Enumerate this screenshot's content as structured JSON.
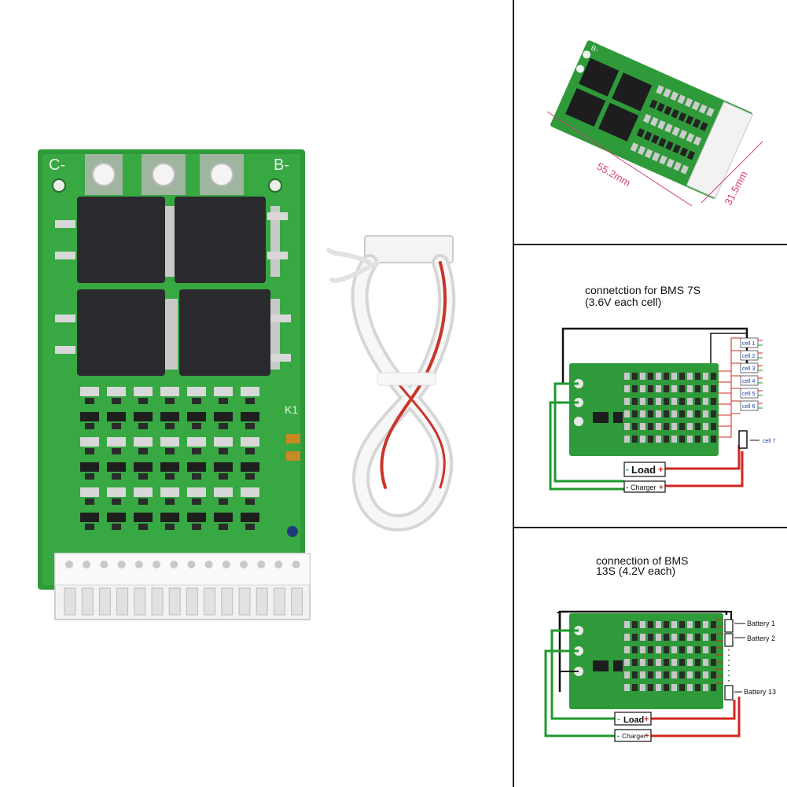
{
  "board_photo": {
    "silk_c": "C-",
    "silk_b": "B-",
    "silk_k1": "K1"
  },
  "dimensions": {
    "length": "55.2mm",
    "width": "31.5mm",
    "silk_b": "B-"
  },
  "bms7": {
    "title_line1": "connetction for BMS 7S",
    "title_line2": "(3.6V each cell)",
    "cells": [
      "cell 1",
      "cell 2",
      "cell 3",
      "cell 4",
      "cell 5",
      "cell 6"
    ],
    "cell7": "cell 7",
    "load": "Load",
    "charger": "Charger",
    "minus": "-",
    "plus": "+"
  },
  "bms13": {
    "title_line1": "connection of BMS",
    "title_line2": "13S (4.2V each)",
    "batteries": [
      "Battery 1",
      "Battery 2"
    ],
    "battery_last": "Battery 13",
    "load": "Load",
    "charger": "Charger",
    "minus": "-",
    "plus": "+"
  },
  "colors": {
    "pcb_green": "#2f9a3a",
    "wire_red": "#d0281f",
    "wire_green": "#1e9a2e",
    "wire_black": "#111111",
    "label_blue": "#1a3da0"
  }
}
